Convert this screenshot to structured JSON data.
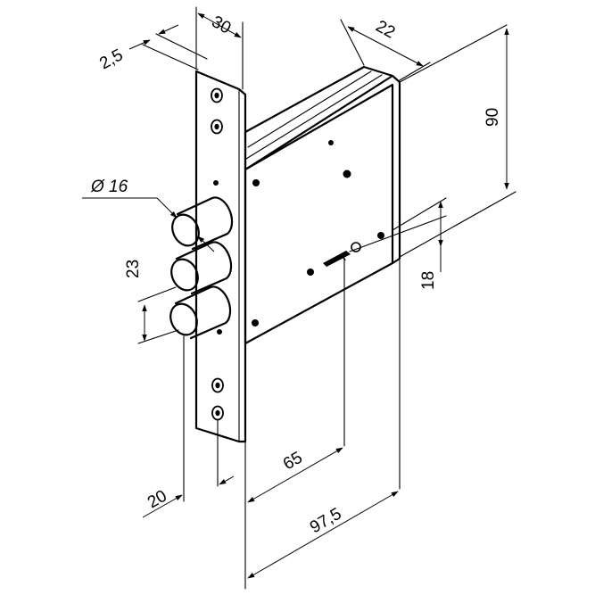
{
  "dimensions": {
    "thickness_30": "30",
    "faceplate_2_5": "2,5",
    "depth_22": "22",
    "height_90": "90",
    "bolt_diameter": "Ø 16",
    "bolt_pitch_23": "23",
    "key_offset_18": "18",
    "backset_65": "65",
    "bolt_offset_20": "20",
    "width_97_5": "97,5"
  }
}
